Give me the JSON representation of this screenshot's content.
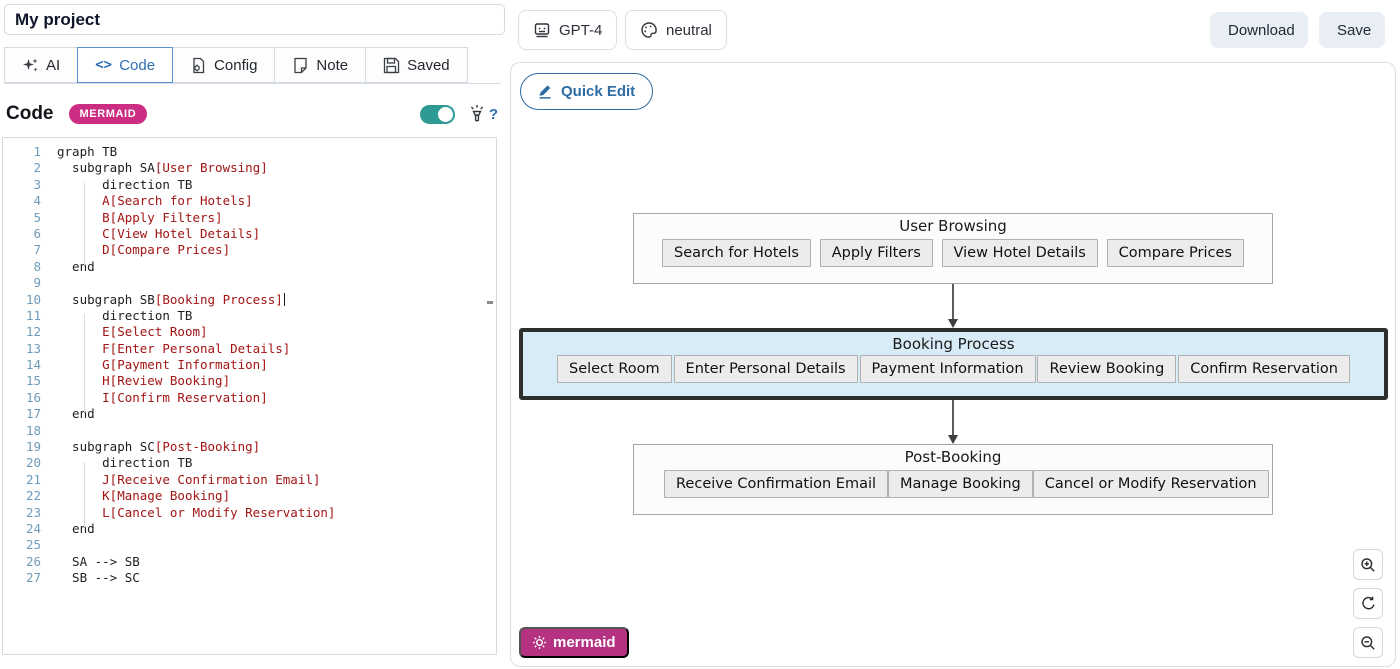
{
  "left": {
    "project_title": "My project",
    "tabs": [
      {
        "label": "AI",
        "icon": "sparkles-icon",
        "active": false
      },
      {
        "label": "Code",
        "icon": "code-icon",
        "active": true
      },
      {
        "label": "Config",
        "icon": "config-icon",
        "active": false
      },
      {
        "label": "Note",
        "icon": "note-icon",
        "active": false
      },
      {
        "label": "Saved",
        "icon": "saved-icon",
        "active": false
      }
    ],
    "code_header": {
      "title": "Code",
      "badge": "MERMAID",
      "toggle_on": true,
      "hint_icon": "flashlight-icon",
      "help_label": "?"
    },
    "editor": {
      "language": "mermaid",
      "lines": [
        {
          "n": 1,
          "parts": [
            [
              "p",
              "graph TB"
            ]
          ]
        },
        {
          "n": 2,
          "parts": [
            [
              "p",
              "  subgraph SA"
            ],
            [
              "m",
              "[User Browsing]"
            ]
          ]
        },
        {
          "n": 3,
          "parts": [
            [
              "p",
              "      direction TB"
            ]
          ]
        },
        {
          "n": 4,
          "parts": [
            [
              "p",
              "      "
            ],
            [
              "m",
              "A[Search for Hotels]"
            ]
          ]
        },
        {
          "n": 5,
          "parts": [
            [
              "p",
              "      "
            ],
            [
              "m",
              "B[Apply Filters]"
            ]
          ]
        },
        {
          "n": 6,
          "parts": [
            [
              "p",
              "      "
            ],
            [
              "m",
              "C[View Hotel Details]"
            ]
          ]
        },
        {
          "n": 7,
          "parts": [
            [
              "p",
              "      "
            ],
            [
              "m",
              "D[Compare Prices]"
            ]
          ]
        },
        {
          "n": 8,
          "parts": [
            [
              "p",
              "  end"
            ]
          ]
        },
        {
          "n": 9,
          "parts": []
        },
        {
          "n": 10,
          "parts": [
            [
              "p",
              "  subgraph SB"
            ],
            [
              "m",
              "[Booking Process]"
            ]
          ],
          "caret": true
        },
        {
          "n": 11,
          "parts": [
            [
              "p",
              "      direction TB"
            ]
          ]
        },
        {
          "n": 12,
          "parts": [
            [
              "p",
              "      "
            ],
            [
              "m",
              "E[Select Room]"
            ]
          ]
        },
        {
          "n": 13,
          "parts": [
            [
              "p",
              "      "
            ],
            [
              "m",
              "F[Enter Personal Details]"
            ]
          ]
        },
        {
          "n": 14,
          "parts": [
            [
              "p",
              "      "
            ],
            [
              "m",
              "G[Payment Information]"
            ]
          ]
        },
        {
          "n": 15,
          "parts": [
            [
              "p",
              "      "
            ],
            [
              "m",
              "H[Review Booking]"
            ]
          ]
        },
        {
          "n": 16,
          "parts": [
            [
              "p",
              "      "
            ],
            [
              "m",
              "I[Confirm Reservation]"
            ]
          ]
        },
        {
          "n": 17,
          "parts": [
            [
              "p",
              "  end"
            ]
          ]
        },
        {
          "n": 18,
          "parts": []
        },
        {
          "n": 19,
          "parts": [
            [
              "p",
              "  subgraph SC"
            ],
            [
              "m",
              "[Post-Booking]"
            ]
          ]
        },
        {
          "n": 20,
          "parts": [
            [
              "p",
              "      direction TB"
            ]
          ]
        },
        {
          "n": 21,
          "parts": [
            [
              "p",
              "      "
            ],
            [
              "m",
              "J[Receive Confirmation Email]"
            ]
          ]
        },
        {
          "n": 22,
          "parts": [
            [
              "p",
              "      "
            ],
            [
              "m",
              "K[Manage Booking]"
            ]
          ]
        },
        {
          "n": 23,
          "parts": [
            [
              "p",
              "      "
            ],
            [
              "m",
              "L[Cancel or Modify Reservation]"
            ]
          ]
        },
        {
          "n": 24,
          "parts": [
            [
              "p",
              "  end"
            ]
          ]
        },
        {
          "n": 25,
          "parts": []
        },
        {
          "n": 26,
          "parts": [
            [
              "p",
              "  SA --> SB"
            ]
          ]
        },
        {
          "n": 27,
          "parts": [
            [
              "p",
              "  SB --> SC"
            ]
          ]
        }
      ]
    }
  },
  "right": {
    "model_button": {
      "label": "GPT-4",
      "icon": "bot-icon"
    },
    "theme_button": {
      "label": "neutral",
      "icon": "palette-icon"
    },
    "download_label": "Download",
    "save_label": "Save",
    "quick_edit": {
      "label": "Quick Edit",
      "icon": "pencil-icon"
    },
    "mermaid_badge": {
      "label": "mermaid",
      "icon": "gear-icon"
    },
    "zoom_controls": [
      "zoom-in-icon",
      "reset-view-icon",
      "zoom-out-icon"
    ],
    "diagram": {
      "subgraphs": [
        {
          "id": "SA",
          "title": "User Browsing",
          "highlighted": false,
          "nodes": [
            "Search for Hotels",
            "Apply Filters",
            "View Hotel Details",
            "Compare Prices"
          ]
        },
        {
          "id": "SB",
          "title": "Booking Process",
          "highlighted": true,
          "nodes": [
            "Select Room",
            "Enter Personal Details",
            "Payment Information",
            "Review Booking",
            "Confirm Reservation"
          ]
        },
        {
          "id": "SC",
          "title": "Post-Booking",
          "highlighted": false,
          "nodes": [
            "Receive Confirmation Email",
            "Manage Booking",
            "Cancel or Modify Reservation"
          ]
        }
      ],
      "edges": [
        {
          "from": "SA",
          "to": "SB"
        },
        {
          "from": "SB",
          "to": "SC"
        }
      ]
    }
  },
  "colors": {
    "accent_blue": "#2f6eb5",
    "toggle_teal": "#2d9b94",
    "badge_pink": "#cb2d82",
    "mermaid_badge_pink": "#b53181",
    "code_string_maroon": "#a31515",
    "highlight_bg": "#d8ecf8",
    "highlight_border": "#2e2e2e"
  }
}
